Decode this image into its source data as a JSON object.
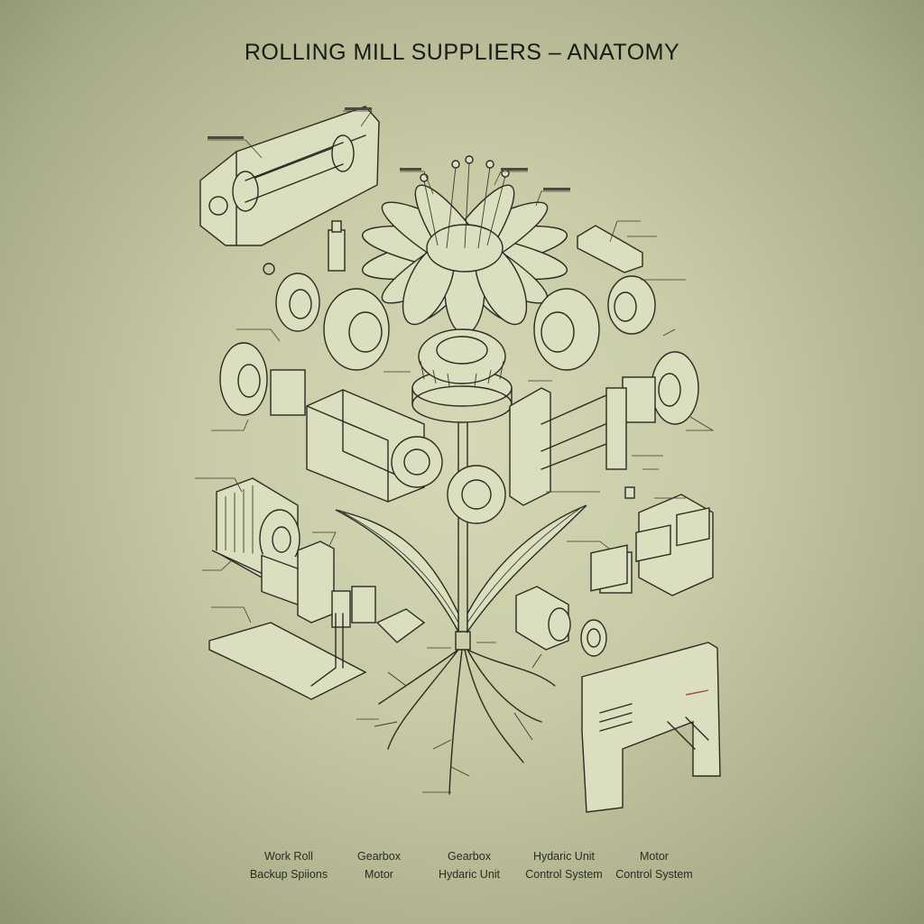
{
  "title": "ROLLING MILL SUPPLIERS – ANATOMY",
  "colors": {
    "background_center": "#d6d8b6",
    "background_edge": "#8f9472",
    "line": "#2a2b22",
    "text": "#1a1b16"
  },
  "illustration": {
    "subject": "flower-anatomy-of-rolling-mill-components",
    "parts": [
      "roll-housing-frame",
      "flower-head",
      "helical-gear-on-flange",
      "bearing-chocks",
      "gear-pump-assembly",
      "meshing-helical-gears",
      "roll-stand-frame",
      "electric-motor",
      "hydraulic-valve-block",
      "hydraulic-base-plate",
      "servo-motor",
      "gearbox-drive-unit",
      "control-console",
      "stem-leaves",
      "roots"
    ],
    "callouts_legible": false
  },
  "legend": {
    "row1": [
      "Work Roll",
      "Gearbox",
      "Gearbox",
      "Hydaric Unit",
      "Motor"
    ],
    "row2": [
      "Backup Spiions",
      "Motor",
      "Hydaric Unit",
      "Control System",
      "Control System"
    ]
  }
}
